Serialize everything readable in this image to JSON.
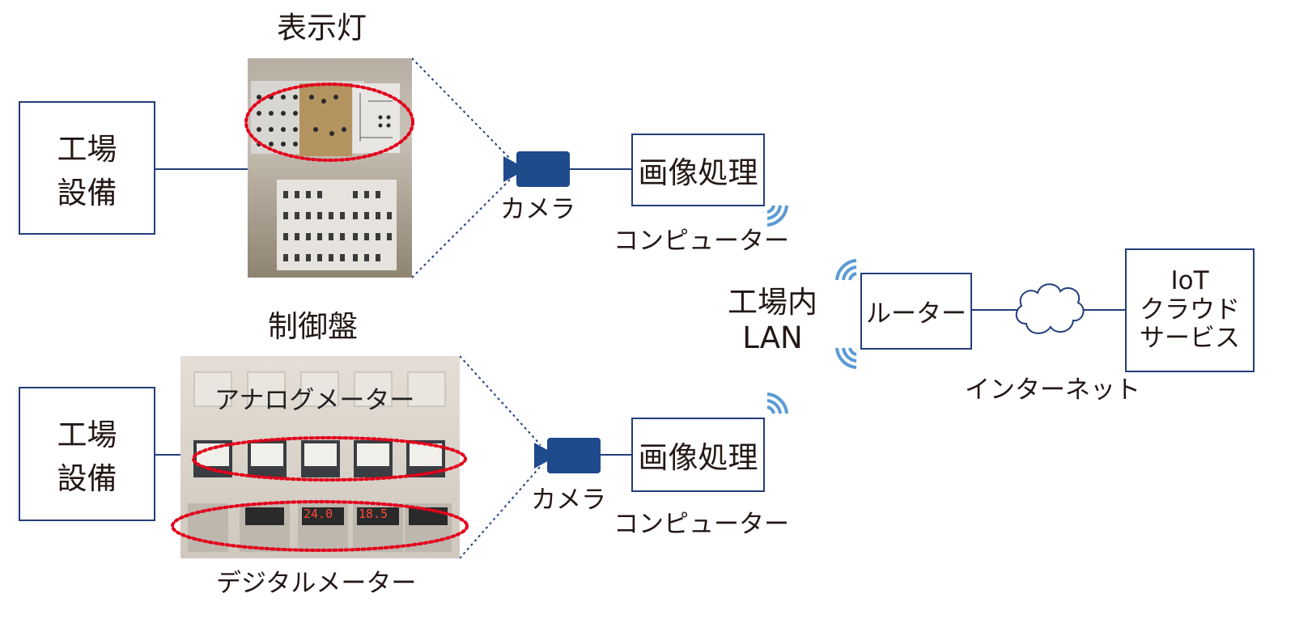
{
  "top_section": {
    "photo_title": "表示灯",
    "equipment": {
      "line1": "工場",
      "line2": "設備"
    },
    "camera_label": "カメラ",
    "processor_label": "画像処理",
    "computer_label": "コンピューター"
  },
  "bottom_section": {
    "photo_title": "制御盤",
    "analog_label": "アナログメーター",
    "digital_label": "デジタルメーター",
    "equipment": {
      "line1": "工場",
      "line2": "設備"
    },
    "camera_label": "カメラ",
    "processor_label": "画像処理",
    "computer_label": "コンピューター",
    "digital_readings": [
      "24.0",
      "18.5"
    ]
  },
  "network": {
    "lan": {
      "line1": "工場内",
      "line2": "LAN"
    },
    "router_label": "ルーター",
    "internet_label": "インターネット",
    "cloud": {
      "line1": "IoT",
      "line2": "クラウド",
      "line3": "サービス"
    }
  },
  "colors": {
    "box_border": "#233d7b",
    "camera": "#1f4a8c",
    "highlight": "#e3001b",
    "wireless": "#5b9bd5",
    "text": "#231815"
  },
  "icons": [
    "camera-icon",
    "wireless-icon",
    "cloud-icon",
    "dashed-highlight-ellipse"
  ]
}
